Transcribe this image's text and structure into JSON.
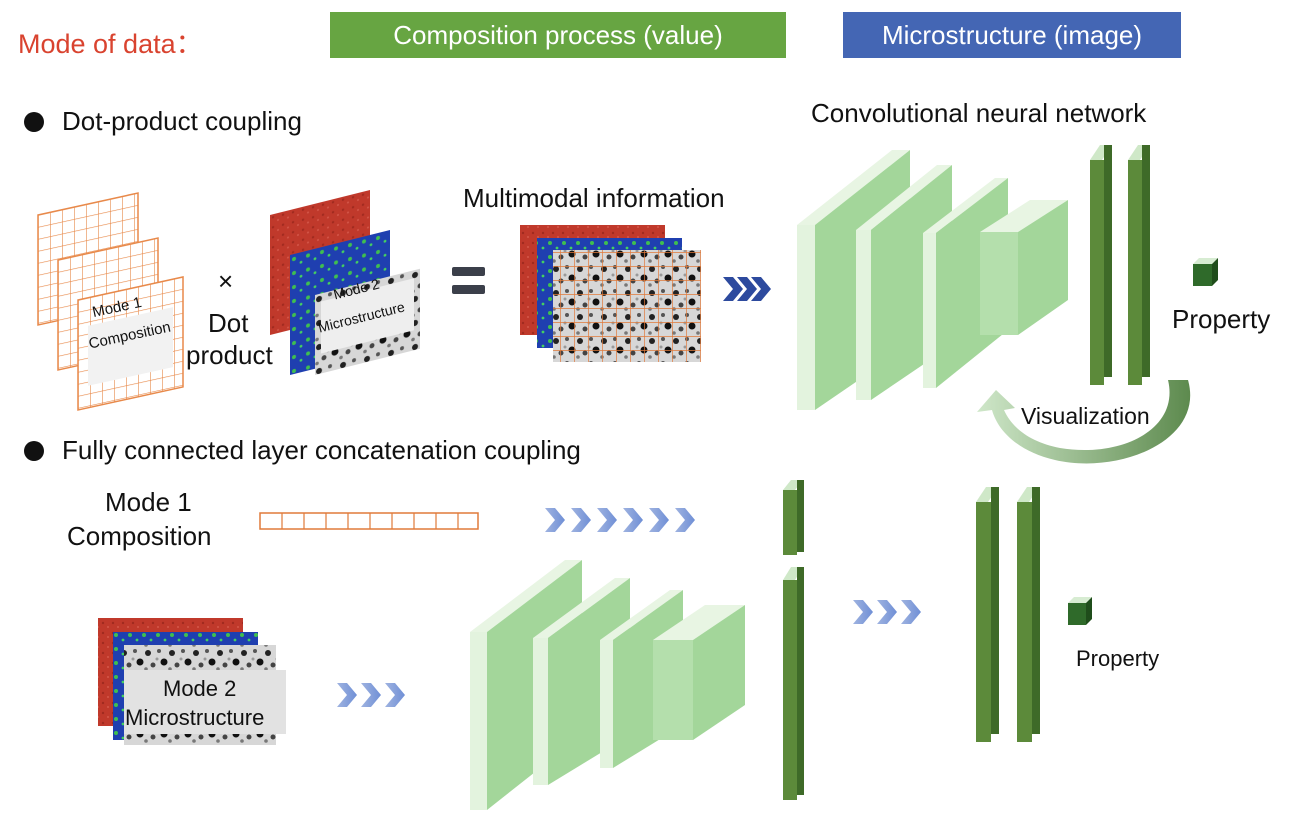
{
  "legend": {
    "mode_label": "Mode of data：",
    "composition_box": "Composition  process (value)",
    "microstructure_box": "Microstructure (image)",
    "colors": {
      "composition": "#67a542",
      "microstructure": "#4466b4",
      "mode_label": "#d9432f"
    }
  },
  "top": {
    "title": "Dot-product coupling",
    "mode1_line1": "Mode 1",
    "mode1_line2": "Composition",
    "times_symbol": "×",
    "dot_line1": "Dot",
    "dot_line2": "product",
    "mode2_line1": "Mode 2",
    "mode2_line2": "Microstructure",
    "multimodal_label": "Multimodal information",
    "cnn_label": "Convolutional neural network",
    "property_label": "Property",
    "visualization_label": "Visualization"
  },
  "bottom": {
    "title": "Fully connected layer concatenation coupling",
    "mode1_line1": "Mode 1",
    "mode1_line2": "Composition",
    "mode2_line1": "Mode 2",
    "mode2_line2": "Microstructure",
    "property_label": "Property"
  },
  "icons": [
    "bullet-icon",
    "equals-icon",
    "chevron-arrows-icon",
    "visualization-arrow-icon",
    "property-cube-icon"
  ]
}
